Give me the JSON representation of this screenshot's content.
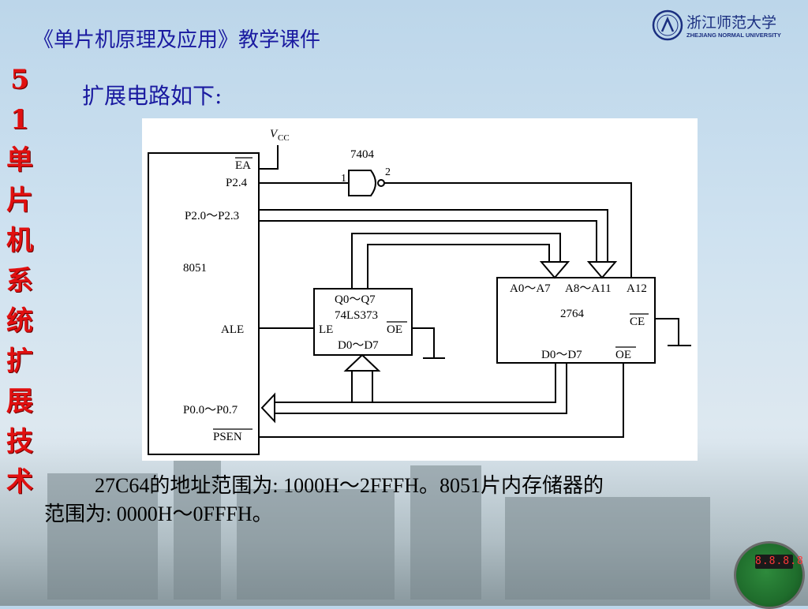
{
  "header": {
    "title": "《单片机原理及应用》教学课件",
    "university_name_cn": "浙江师范大学",
    "university_name_en": "ZHEJIANG NORMAL UNIVERSITY"
  },
  "sidebar": {
    "chars": [
      "5",
      "1",
      "单",
      "片",
      "机",
      "系",
      "统",
      "扩",
      "展",
      "技",
      "术"
    ]
  },
  "slide": {
    "subtitle": "扩展电路如下:",
    "line1": "27C64的地址范围为: 1000H～2FFFH。8051片内存储器的",
    "line2": "范围为: 0000H～0FFFH。"
  },
  "circuit": {
    "vcc_v": "V",
    "vcc_sub": "CC",
    "gate_name": "7404",
    "gate_pin_in": "1",
    "gate_pin_out": "2",
    "mcu": {
      "name": "8051",
      "pin_ea": "EA",
      "pin_p24": "P2.4",
      "pin_p20_23": "P2.0～P2.3",
      "pin_ale": "ALE",
      "pin_p00_07": "P0.0～P0.7",
      "pin_psen": "PSEN"
    },
    "latch": {
      "q": "Q0～Q7",
      "name": "74LS373",
      "le": "LE",
      "oe": "OE",
      "d": "D0～D7"
    },
    "eprom": {
      "a0_7": "A0～A7",
      "a8_11": "A8～A11",
      "a12": "A12",
      "name": "2764",
      "ce": "CE",
      "d": "D0～D7",
      "oe": "OE"
    }
  },
  "board_display": "8.8.8.8"
}
